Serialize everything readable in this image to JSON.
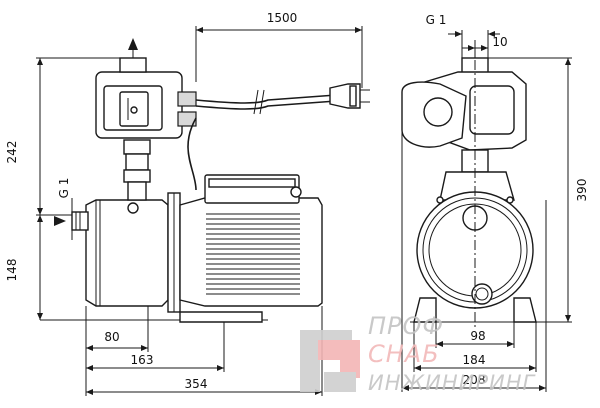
{
  "dimensions": {
    "d1500": "1500",
    "d242": "242",
    "d148": "148",
    "d80": "80",
    "d163": "163",
    "d354": "354",
    "g1_side": "G 1",
    "g1_top": "G 1",
    "d10": "10",
    "d390": "390",
    "d98": "98",
    "d184": "184",
    "d208": "208"
  },
  "watermark": {
    "line1": "ПРОФ",
    "line2": "СНАБ",
    "line3": "ИНЖИНИРИНГ"
  },
  "colors": {
    "line": "#1a1a1a",
    "watermark_red": "#f2b9b9",
    "watermark_gray": "#c4c4c4"
  }
}
